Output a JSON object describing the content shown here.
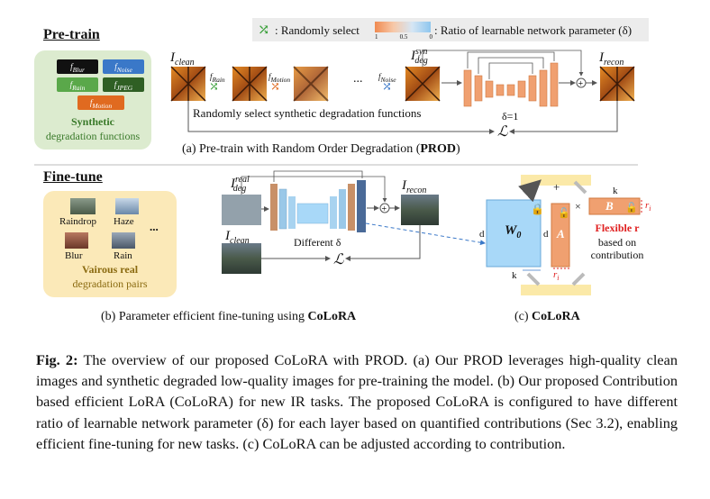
{
  "pretrain": {
    "section_title": "Pre-train",
    "legend": {
      "randomly_select": ": Randomly select",
      "ratio_label": ": Ratio of learnable network parameter (δ)",
      "scale": [
        "1",
        "0.5",
        "0"
      ]
    },
    "functions": [
      "f_Blur",
      "f_Noise",
      "f_Rain",
      "f_JPEG",
      "f_Motion"
    ],
    "functions_display": {
      "blur": "Blur",
      "noise": "Noise",
      "rain": "Rain",
      "jpeg": "JPEG",
      "motion": "Motion"
    },
    "synthetic_title": "Synthetic",
    "synthetic_sub": "degradation functions",
    "I_clean": "clean",
    "I_syn": "syn",
    "I_deg": "deg",
    "I_recon": "recon",
    "f_rain": "Rain",
    "f_motion": "Motion",
    "f_noise": "Noise",
    "ellipsis": "...",
    "random_text": "Randomly select synthetic degradation functions",
    "delta_text": "δ=1",
    "loss": "ℒ",
    "panel_a": "(a) Pre-train with Random Order Degradation (",
    "panel_a_bold": "PROD",
    "panel_a_end": ")"
  },
  "finetune": {
    "section_title": "Fine-tune",
    "pairs": [
      "Raindrop",
      "Haze",
      "Blur",
      "Rain"
    ],
    "ellipsis": "...",
    "real_title": "Vairous real",
    "real_sub": "degradation pairs",
    "I_real": "real",
    "I_deg": "deg",
    "I_recon": "recon",
    "I_clean": "clean",
    "different_delta": "Different δ",
    "loss": "ℒ",
    "panel_b": "(b) Parameter efficient fine-tuning using ",
    "panel_b_bold": "CoLoRA"
  },
  "colora": {
    "d_left": "d",
    "d_mid": "d",
    "w0": "W",
    "w0_sub": "0",
    "a": "A",
    "b": "B",
    "k_bottom": "k",
    "k_top": "k",
    "r_side": "r",
    "r_bottom": "r",
    "r_sub": "i",
    "plus": "+",
    "times": "×",
    "flexible": "Flexible r",
    "based_on": "based on",
    "contribution": "contribution",
    "panel_c": "(c) ",
    "panel_c_bold": "CoLoRA"
  },
  "caption": {
    "fig": "Fig. 2:",
    "text": " The overview of our proposed CoLoRA with PROD. (a) Our PROD leverages high-quality clean images and synthetic degraded low-quality images for pre-training the model. (b) Our proposed Contribution based efficient LoRA (CoLoRA) for new IR tasks. The proposed CoLoRA is configured to have different ratio of learnable network parameter (δ) for each layer based on quantified contributions (Sec 3.2), enabling efficient fine-tuning for new tasks. (c) CoLoRA can be adjusted according to contribution."
  },
  "colors": {
    "green_box": "#dcebcf",
    "yellow_box": "#fbe9b8",
    "orange": "#f0a070",
    "blue": "#a6d3f2",
    "w0_blue": "#a8d8f8",
    "red": "#e02020"
  }
}
